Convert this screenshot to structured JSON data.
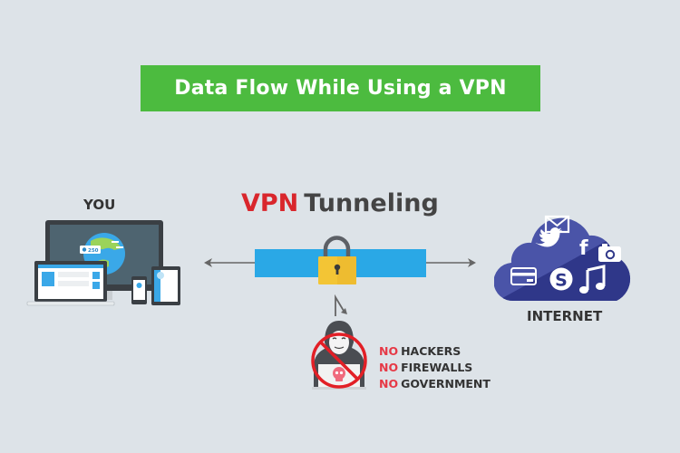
{
  "title": "Data Flow While Using a VPN",
  "colors": {
    "background": "#dde3e8",
    "banner": "#4cbb3f",
    "tunnel": "#2aa8e6",
    "lock": "#f3c535",
    "accent_red": "#d9262c",
    "cloud": "#3d4595"
  },
  "you": {
    "label": "YOU",
    "badge_count": "250",
    "icon": "devices-icon"
  },
  "tunnel": {
    "title_highlight": "VPN",
    "title_rest": "Tunneling",
    "icon": "padlock-icon"
  },
  "internet": {
    "label": "INTERNET",
    "icons": [
      "mail-icon",
      "twitter-icon",
      "facebook-icon",
      "camera-icon",
      "credit-card-icon",
      "skype-icon",
      "music-icon"
    ],
    "facebook_glyph": "f",
    "skype_glyph": "S"
  },
  "blocked": {
    "icon": "hacker-icon",
    "items": [
      {
        "prefix": "NO",
        "text": "HACKERS"
      },
      {
        "prefix": "NO",
        "text": "FIREWALLS"
      },
      {
        "prefix": "NO",
        "text": "GOVERNMENT"
      }
    ]
  }
}
